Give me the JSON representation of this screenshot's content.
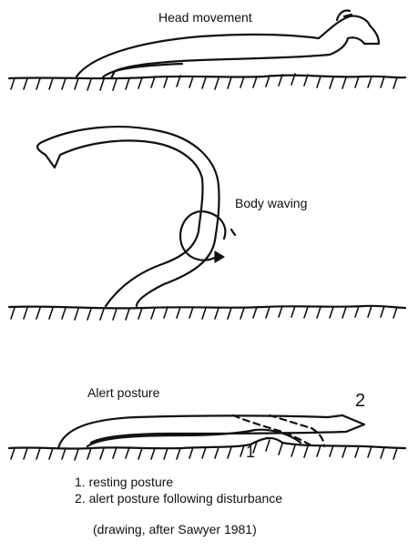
{
  "panels": {
    "head_movement": {
      "label": "Head movement"
    },
    "body_waving": {
      "label": "Body waving"
    },
    "alert_posture": {
      "label": "Alert posture",
      "marker_1": "1",
      "marker_2": "2"
    }
  },
  "legend": {
    "item_1": "1. resting posture",
    "item_2": "2. alert posture following disturbance"
  },
  "caption": "(drawing, after Sawyer 1981)",
  "colors": {
    "ink": "#111111",
    "background": "#ffffff"
  }
}
